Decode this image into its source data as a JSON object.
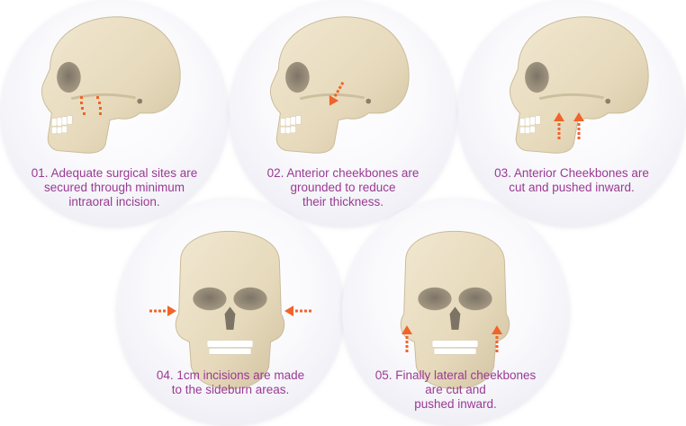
{
  "steps": [
    {
      "number": "01",
      "caption": "01. Adequate surgical sites are\nsecured through minimum\nintraoral incision.",
      "view": "side",
      "marker": "incision-dashes"
    },
    {
      "number": "02",
      "caption": "02. Anterior cheekbones are\ngrounded to reduce\ntheir thickness.",
      "view": "side",
      "marker": "diagonal-arrow"
    },
    {
      "number": "03",
      "caption": "03. Anterior Cheekbones are\ncut and pushed inward.",
      "view": "side",
      "marker": "up-arrows"
    },
    {
      "number": "04",
      "caption": "04. 1cm incisions are made\nto the sideburn areas.",
      "view": "front",
      "marker": "inward-arrows"
    },
    {
      "number": "05",
      "caption": "05. Finally lateral cheekbones\nare cut and\npushed inward.",
      "view": "front",
      "marker": "up-arrows"
    }
  ],
  "colors": {
    "caption": "#9a3a92",
    "arrow": "#f0642a",
    "bone": "#e8dcc0",
    "bone_shadow": "#cdbf9d",
    "orbit": "#8a8070"
  }
}
